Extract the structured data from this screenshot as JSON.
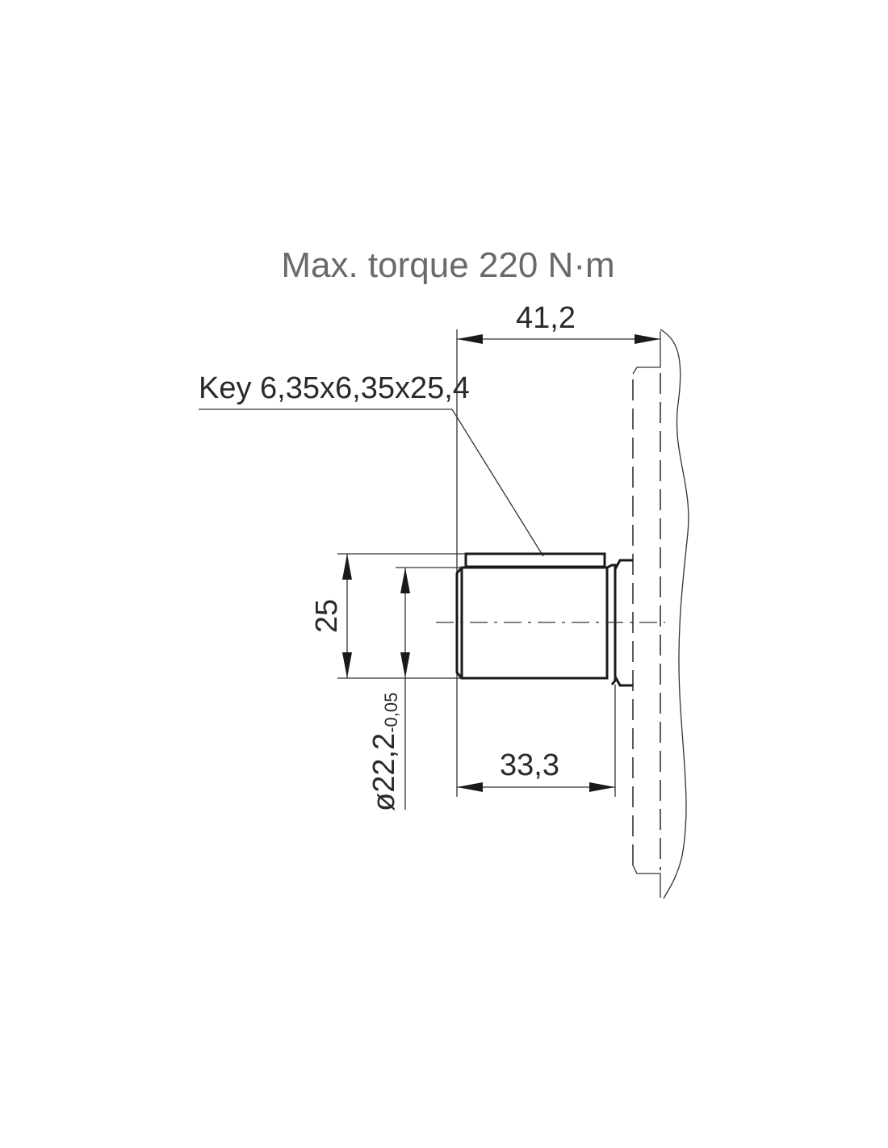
{
  "title": "Max. torque 220 N·m",
  "dimensions": {
    "overall_length": "41,2",
    "shaft_length": "33,3",
    "key_height_dim": "25",
    "diameter": "ø22,2",
    "diameter_tolerance": "-0,05"
  },
  "key_label": "Key 6,35x6,35x25,4"
}
